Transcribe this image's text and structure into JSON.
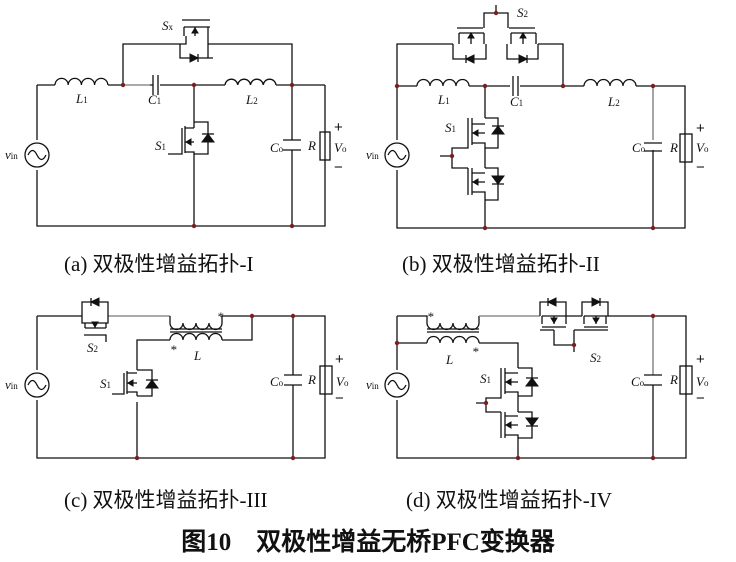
{
  "figure": {
    "title": "图10　双极性增益无桥PFC变换器",
    "panels": [
      {
        "id": "a",
        "caption": "(a)  双极性增益拓扑-I",
        "labels": {
          "source": "v",
          "source_sub": "in",
          "L1": "L",
          "L1_sub": "1",
          "C1": "C",
          "C1_sub": "1",
          "L2": "L",
          "L2_sub": "2",
          "S1": "S",
          "S1_sub": "1",
          "S2": "S",
          "S2_sub": "x",
          "Co": "C",
          "Co_sub": "o",
          "R": "R",
          "Vo": "V",
          "Vo_sub": "o",
          "plus": "+",
          "minus": "−"
        }
      },
      {
        "id": "b",
        "caption": "(b)  双极性增益拓扑-II",
        "labels": {
          "source": "v",
          "source_sub": "in",
          "L1": "L",
          "L1_sub": "1",
          "C1": "C",
          "C1_sub": "1",
          "L2": "L",
          "L2_sub": "2",
          "S1": "S",
          "S1_sub": "1",
          "S2": "S",
          "S2_sub": "2",
          "Co": "C",
          "Co_sub": "o",
          "R": "R",
          "Vo": "V",
          "Vo_sub": "o",
          "plus": "+",
          "minus": "−"
        }
      },
      {
        "id": "c",
        "caption": "(c)  双极性增益拓扑-III",
        "labels": {
          "source": "v",
          "source_sub": "in",
          "L": "L",
          "S1": "S",
          "S1_sub": "1",
          "S2": "S",
          "S2_sub": "2",
          "Co": "C",
          "Co_sub": "o",
          "R": "R",
          "Vo": "V",
          "Vo_sub": "o",
          "plus": "+",
          "minus": "−",
          "dot_mark": "*"
        }
      },
      {
        "id": "d",
        "caption": "(d)  双极性增益拓扑-IV",
        "labels": {
          "source": "v",
          "source_sub": "in",
          "L": "L",
          "S1": "S",
          "S1_sub": "1",
          "S2": "S",
          "S2_sub": "2",
          "Co": "C",
          "Co_sub": "o",
          "R": "R",
          "Vo": "V",
          "Vo_sub": "o",
          "plus": "+",
          "minus": "−",
          "dot_mark": "*"
        }
      }
    ]
  }
}
